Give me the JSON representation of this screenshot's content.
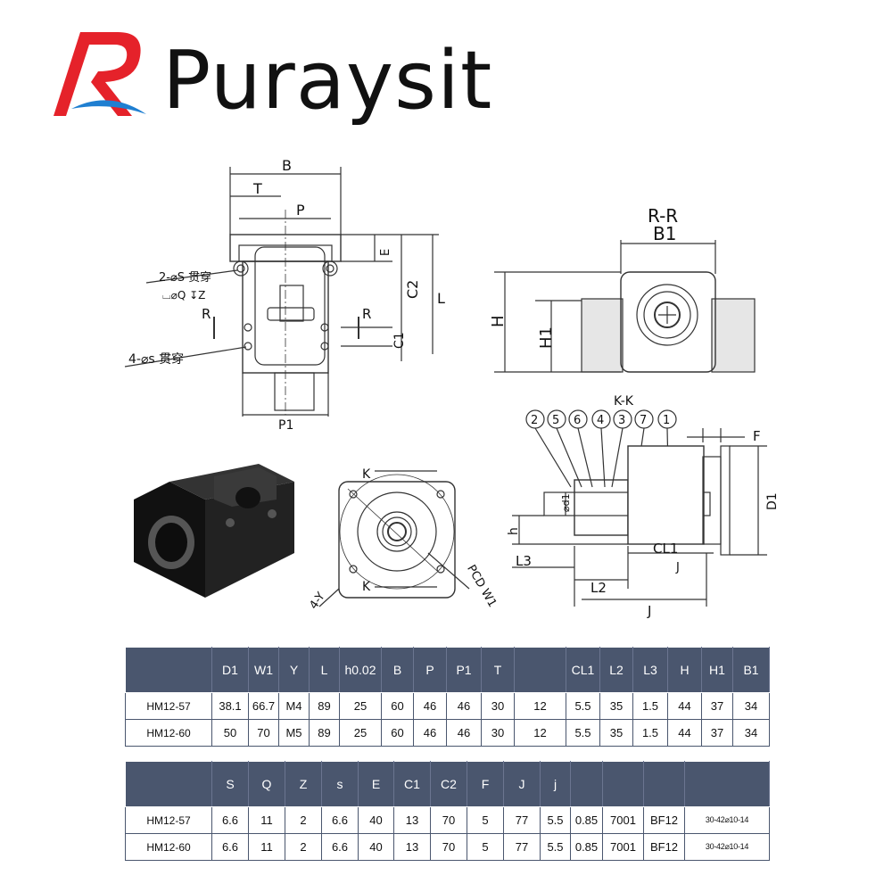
{
  "brand": {
    "name": "Puraysit",
    "logo_letter": "R",
    "red": "#e5222a",
    "blue": "#1f7fd1"
  },
  "drawing": {
    "front_view": {
      "dims": {
        "B": "B",
        "T": "T",
        "P": "P",
        "E": "E",
        "C2": "C2",
        "L": "L",
        "C1": "C1",
        "P1": "P1",
        "R_left": "R",
        "R_right": "R"
      },
      "callout_1": "2-⌀S 贯穿",
      "callout_1b": "⌴⌀Q ↧Z",
      "callout_2": "4-⌀s 贯穿"
    },
    "section_rr": {
      "title": "R-R",
      "B1": "B1",
      "H": "H",
      "H1": "H1"
    },
    "side_view": {
      "K_top": "K",
      "K_bottom": "K",
      "Y": "4-Y",
      "PCD": "PCD W1"
    },
    "section_kk": {
      "title": "K-K",
      "balloons": [
        "2",
        "5",
        "6",
        "4",
        "3",
        "7",
        "1"
      ],
      "F": "F",
      "D1": "D1",
      "d1": "⌀d1",
      "h": "h",
      "L3": "L3",
      "L2": "L2",
      "CL1": "CL1",
      "J_small": "J",
      "J": "J"
    }
  },
  "table1": {
    "headers": [
      "",
      "D1",
      "W1",
      "Y",
      "L",
      "h0.02",
      "B",
      "P",
      "P1",
      "T",
      "",
      "CL1",
      "L2",
      "L3",
      "H",
      "H1",
      "B1"
    ],
    "rows": [
      [
        "HM12-57",
        "38.1",
        "66.7",
        "M4",
        "89",
        "25",
        "60",
        "46",
        "46",
        "30",
        "12",
        "5.5",
        "35",
        "1.5",
        "44",
        "37",
        "34"
      ],
      [
        "HM12-60",
        "50",
        "70",
        "M5",
        "89",
        "25",
        "60",
        "46",
        "46",
        "30",
        "12",
        "5.5",
        "35",
        "1.5",
        "44",
        "37",
        "34"
      ]
    ]
  },
  "table2": {
    "headers": [
      "",
      "S",
      "Q",
      "Z",
      "s",
      "E",
      "C1",
      "C2",
      "F",
      "J",
      "j",
      "",
      "",
      "",
      ""
    ],
    "rows": [
      [
        "HM12-57",
        "6.6",
        "11",
        "2",
        "6.6",
        "40",
        "13",
        "70",
        "5",
        "77",
        "5.5",
        "0.85",
        "7001",
        "BF12",
        "30-42⌀10-14"
      ],
      [
        "HM12-60",
        "6.6",
        "11",
        "2",
        "6.6",
        "40",
        "13",
        "70",
        "5",
        "77",
        "5.5",
        "0.85",
        "7001",
        "BF12",
        "30-42⌀10-14"
      ]
    ]
  }
}
